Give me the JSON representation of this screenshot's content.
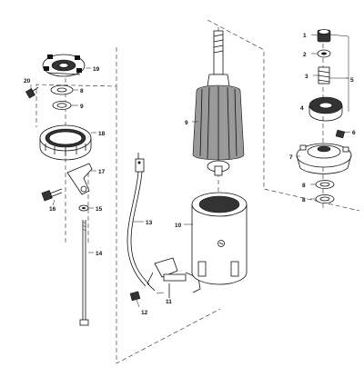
{
  "callouts": {
    "c1": "1",
    "c2": "2",
    "c3": "3",
    "c4": "4",
    "c5": "5",
    "c6": "6",
    "c7": "7",
    "c8a": "8",
    "c8b": "8",
    "c8c": "8",
    "c9a": "9",
    "c9b": "9",
    "c10": "10",
    "c11": "11",
    "c12": "12",
    "c13": "13",
    "c14": "14",
    "c15": "15",
    "c16": "16",
    "c17": "17",
    "c18": "18",
    "c19": "19",
    "c20": "20"
  }
}
